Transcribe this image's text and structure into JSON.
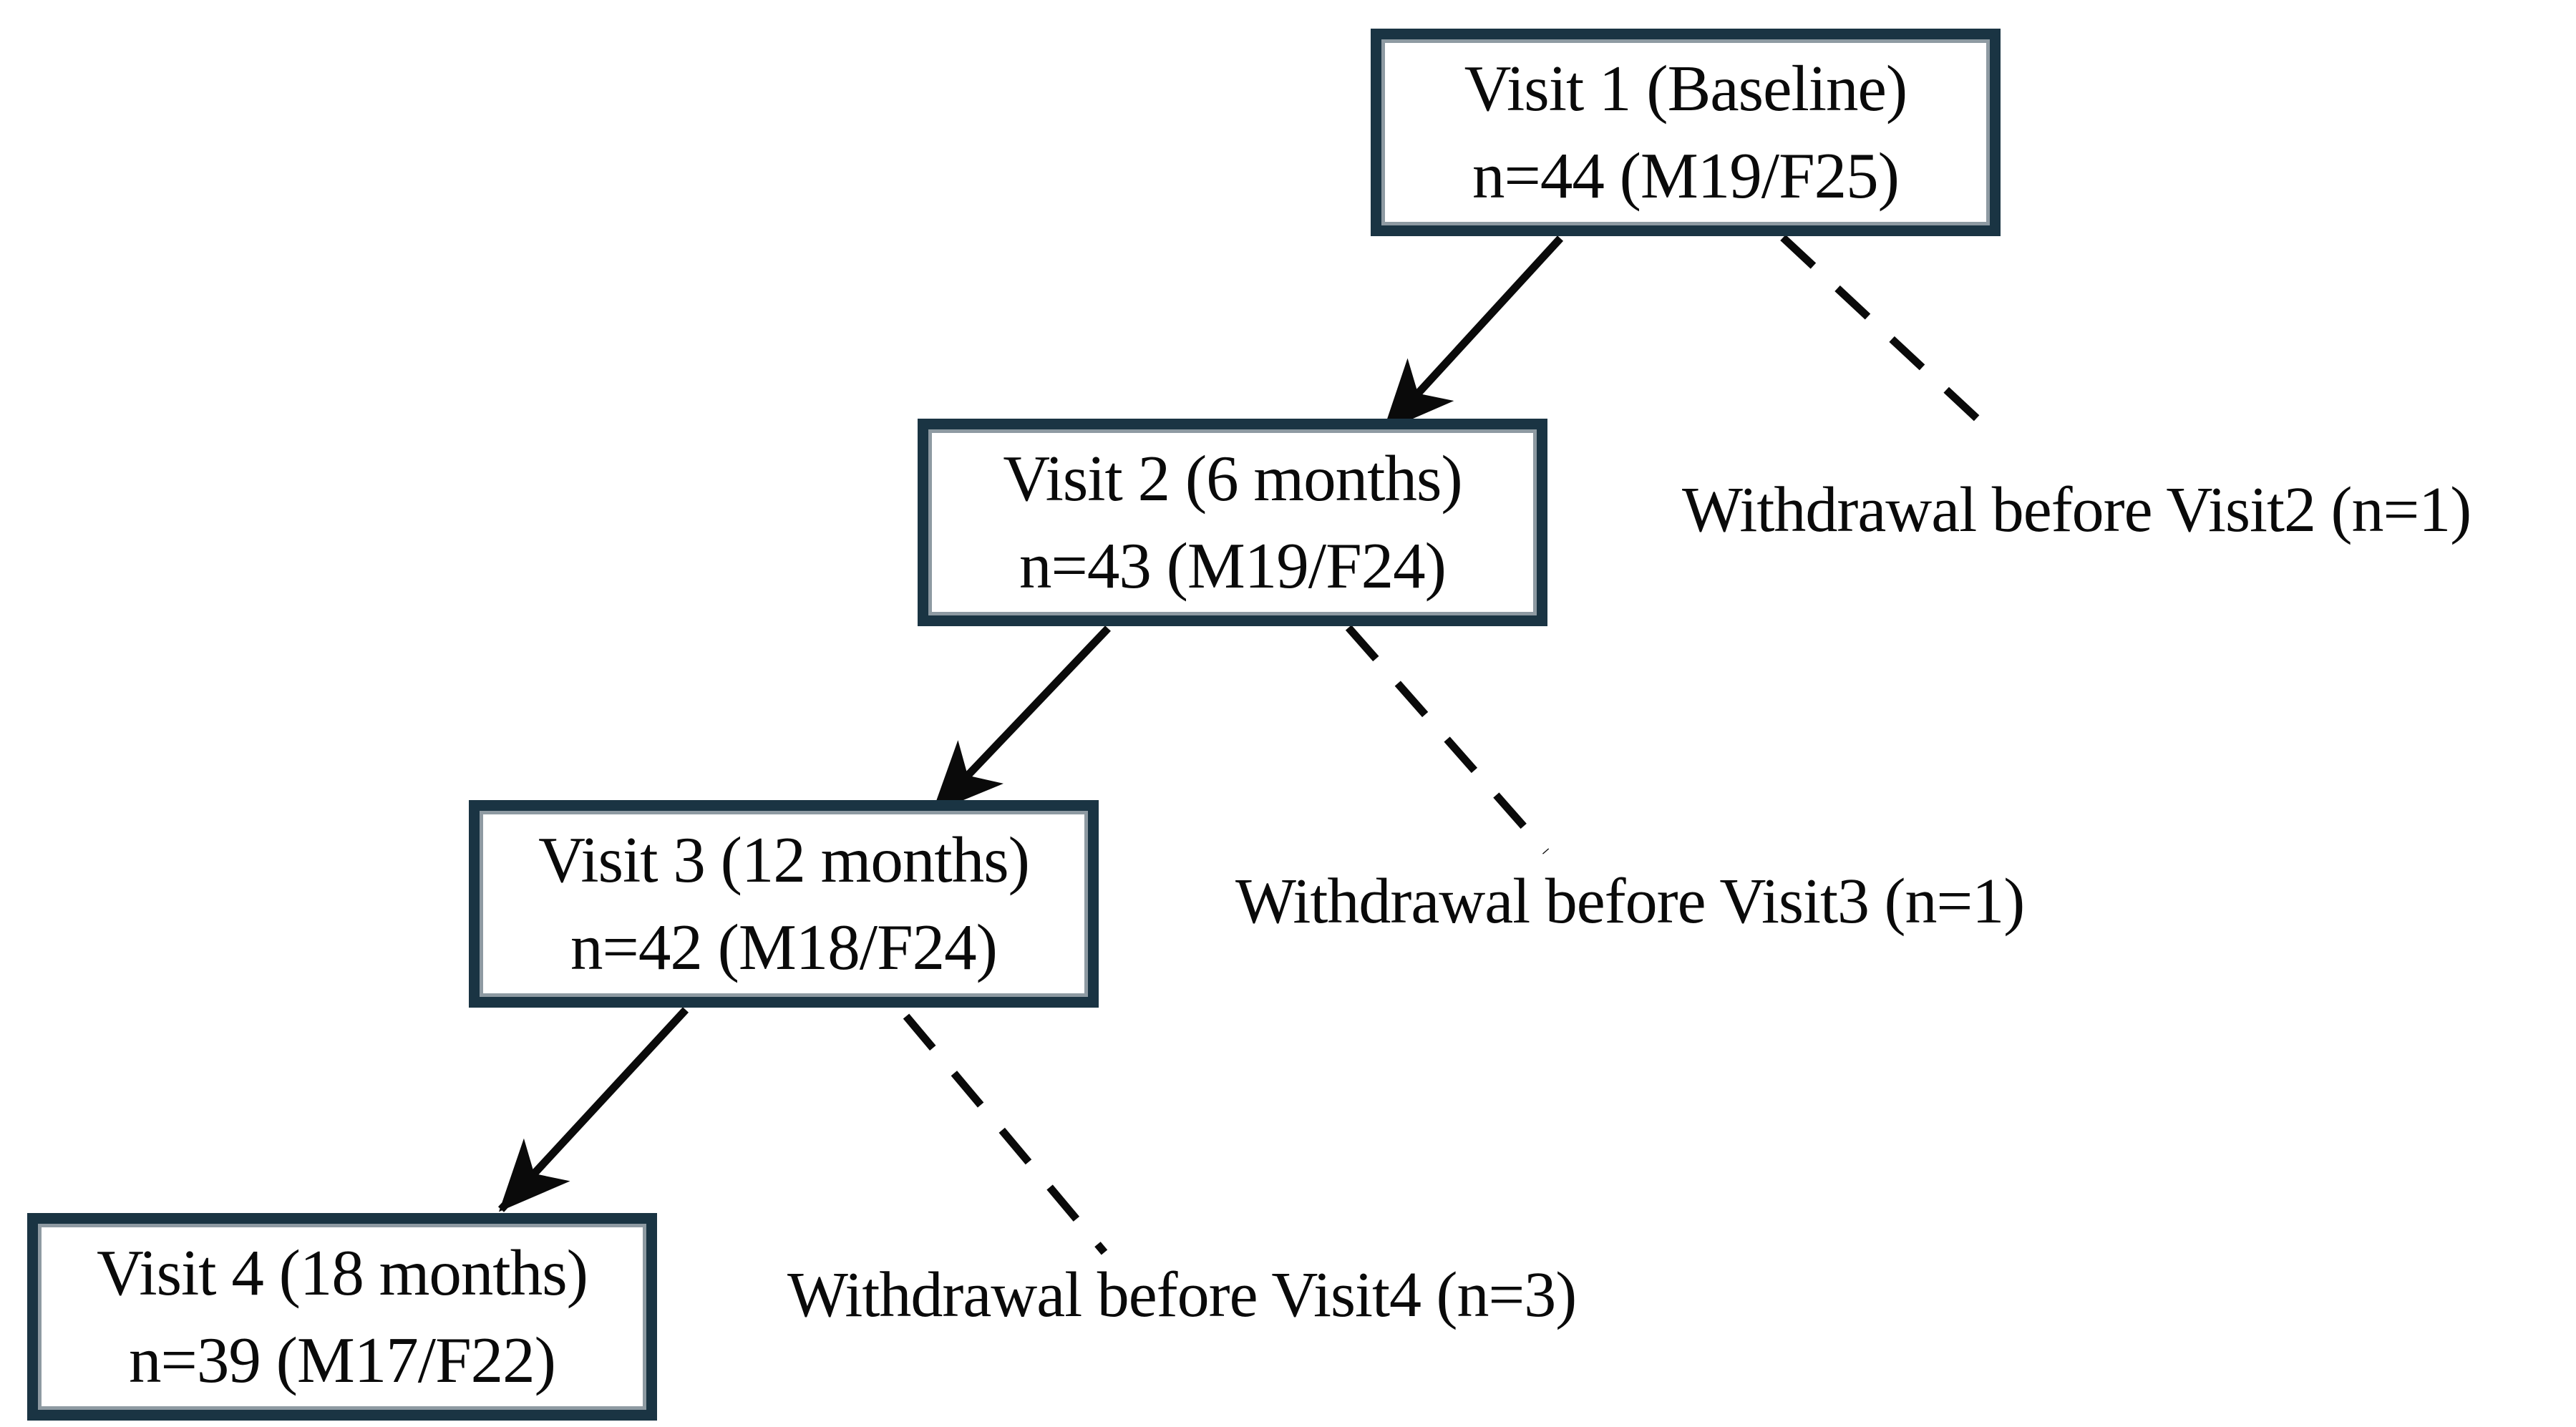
{
  "colors": {
    "box-border": "#1a3443",
    "box-inner-line": "#8e9aa2",
    "ink": "#0a0a0a",
    "background": "#ffffff"
  },
  "diagram": {
    "type": "study-visit-flowchart",
    "nodes": [
      {
        "id": "visit-1",
        "title": "Visit 1 (Baseline)",
        "subtitle": "n=44 (M19/F25)"
      },
      {
        "id": "visit-2",
        "title": "Visit 2 (6 months)",
        "subtitle": "n=43 (M19/F24)"
      },
      {
        "id": "visit-3",
        "title": "Visit 3 (12 months)",
        "subtitle": "n=42 (M18/F24)"
      },
      {
        "id": "visit-4",
        "title": "Visit 4 (18 months)",
        "subtitle": "n=39 (M17/F22)"
      }
    ],
    "withdrawals": [
      {
        "id": "withdrawal-before-visit-2",
        "label": "Withdrawal before Visit2 (n=1)"
      },
      {
        "id": "withdrawal-before-visit-3",
        "label": "Withdrawal before Visit3 (n=1)"
      },
      {
        "id": "withdrawal-before-visit-4",
        "label": "Withdrawal before Visit4 (n=3)"
      }
    ]
  }
}
